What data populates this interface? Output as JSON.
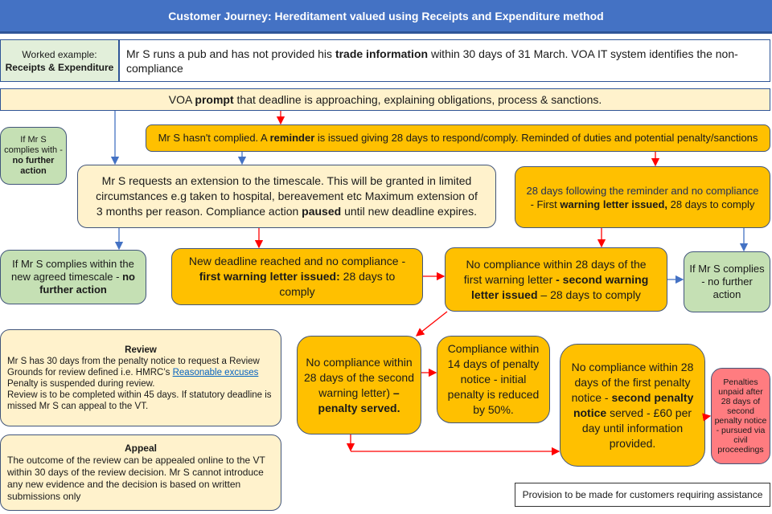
{
  "title": "Customer Journey: Hereditament valued using Receipts and Expenditure method",
  "worked_example": {
    "line1": "Worked example:",
    "line2": "Receipts & Expenditure"
  },
  "scenario": {
    "p0": "Mr S runs  a pub and has not provided his ",
    "p1": "trade information",
    "p2": " within  30 days of 31 March.  VOA IT system identifies the non-compliance"
  },
  "prompt": {
    "p0": "VOA ",
    "p1": "prompt",
    "p2": " that  deadline is approaching, explaining obligations, process & sanctions."
  },
  "reminder": {
    "p0": "Mr S hasn't  complied. A ",
    "p1": "reminder",
    "p2": " is issued giving 28 days to respond/comply.  Reminded of duties and potential penalty/sanctions"
  },
  "complies_first": {
    "p0": "If Mr S complies with - ",
    "p1": "no further action"
  },
  "extension": {
    "p0": "Mr S requests an extension to the timescale. This will be granted in limited circumstances e.g taken to hospital, bereavement etc  Maximum extension of 3 months per reason.  Compliance action ",
    "p1": "paused",
    "p2": " until  new deadline expires."
  },
  "first_warning_after_reminder": {
    "p0": "28 days following  the reminder and no compliance",
    "p1": "- First ",
    "p2": "warning letter issued,",
    "p3": " 28 days to comply"
  },
  "complies_new_deadline": {
    "p0": "If Mr S complies within the new agreed timescale - ",
    "p1": "no further action"
  },
  "new_deadline": {
    "p0": "New deadline reached and no compliance - ",
    "p1": "first  warning letter issued:",
    "p2": " 28 days to comply"
  },
  "second_warning": {
    "p0": "No compliance within 28 days of the first warning  letter ",
    "p1": "- second warning letter issued",
    "p2": " – 28 days to comply"
  },
  "complies_second": {
    "p0": "If Mr S complies - no further  action"
  },
  "review": {
    "heading": "Review",
    "l1": "Mr S has 30 days from the penalty notice to request a Review",
    "l2": "Grounds for review defined i.e. HMRC’s ",
    "link": "Reasonable  excuses",
    "l3": "Penalty is suspended during review.",
    "l4": "Review is to be completed within 45 days. If statutory  deadline is missed Mr S can appeal to the VT."
  },
  "appeal": {
    "heading": "Appeal",
    "l1": "The outcome of the review can be appealed online to the VT within 30 days of the review decision. Mr S cannot introduce any new evidence and the decision is based on written  submissions only"
  },
  "penalty_served": {
    "p0": "No compliance within 28 days of the second warning letter) ",
    "p1": "– penalty served."
  },
  "compliance_14": {
    "p0": "Compliance within 14 days of penalty  notice - initial penalty is reduced by 50%."
  },
  "second_penalty": {
    "p0": "No compliance within 28 days of the first penalty notice - ",
    "p1": "second penalty notice",
    "p2": " served - £60 per day until information provided."
  },
  "penalties_civil": {
    "p0": "Penalties unpaid after 28 days of second penalty notice - pursued via civil proceedings"
  },
  "provision": "Provision to be made for customers  requiring assistance",
  "colors": {
    "header": "#4472c4",
    "action": "#ffc000",
    "info": "#fff2cc",
    "no_action": "#c5e0b4",
    "escalation": "#ff7c80",
    "flow_red": "#ff0000",
    "flow_blue": "#4472c4"
  }
}
